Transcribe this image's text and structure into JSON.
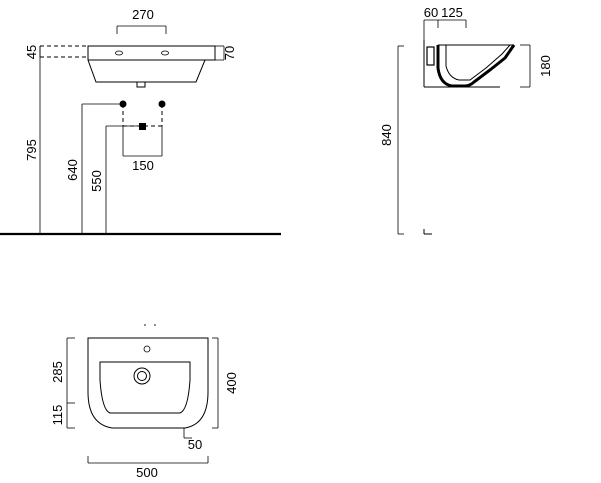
{
  "front_view": {
    "dims": {
      "width_270": "270",
      "top_45": "45",
      "height_70": "70",
      "height_795": "795",
      "height_640": "640",
      "height_550": "550",
      "spacing_150": "150"
    }
  },
  "side_view": {
    "dims": {
      "depth_60": "60",
      "depth_125": "125",
      "height_180": "180",
      "height_840": "840"
    }
  },
  "top_view": {
    "dims": {
      "depth_285": "285",
      "depth_115": "115",
      "depth_400": "400",
      "width_500": "500",
      "offset_50": "50"
    }
  }
}
